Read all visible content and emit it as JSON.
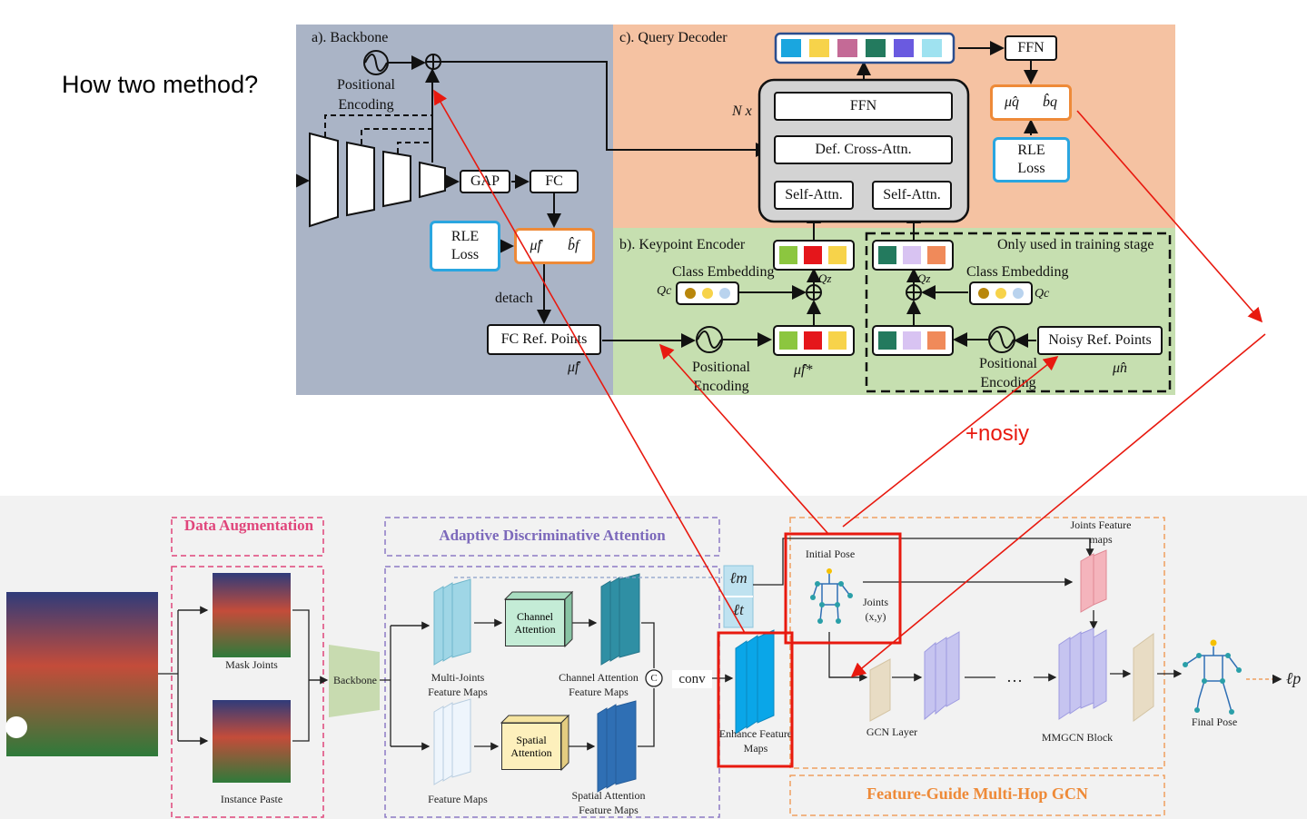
{
  "question": "How two method?",
  "noise_label": "+nosiy",
  "top_figure": {
    "backbone": {
      "title": "a). Backbone",
      "positional_encoding": "Positional Encoding",
      "gap": "GAP",
      "fc": "FC",
      "rle_loss": "RLE Loss",
      "mu_f": "μ̂f",
      "b_f": "b̂f",
      "detach": "detach",
      "fc_ref_points": "FC Ref. Points",
      "mu_f_below": "μ̂f"
    },
    "query_decoder": {
      "title": "c). Query Decoder",
      "n_x": "N x",
      "ffn_inner": "FFN",
      "def_cross_attn": "Def. Cross-Attn.",
      "self_attn_1": "Self-Attn.",
      "self_attn_2": "Self-Attn.",
      "ffn_out": "FFN",
      "mu_q": "μ̂q",
      "b_q": "b̂q",
      "rle_loss": "RLE Loss",
      "token_colors": [
        "#1aa6df",
        "#f7d34a",
        "#c46a96",
        "#237a5e",
        "#6a5ae0",
        "#9fe2f0"
      ]
    },
    "keypoint_encoder": {
      "title": "b). Keypoint Encoder",
      "only_training": "Only used in training stage",
      "class_embedding_1": "Class Embedding",
      "class_embedding_2": "Class Embedding",
      "q_c_1": "Qc",
      "q_c_2": "Qc",
      "q_z_1": "Qz",
      "q_z_2": "Qz",
      "positional_encoding_1": "Positional Encoding",
      "positional_encoding_2": "Positional Encoding",
      "mu_f_star": "μ̂f*",
      "noisy_ref_points": "Noisy Ref. Points",
      "mu_n": "μ̂n"
    }
  },
  "bottom_figure": {
    "data_augmentation": "Data Augmentation",
    "mask_joints": "Mask Joints",
    "instance_paste": "Instance Paste",
    "backbone": "Backbone",
    "ada_title": "Adaptive Discriminative Attention",
    "multi_joints": "Multi-Joints Feature Maps",
    "feature_maps": "Feature Maps",
    "channel_attention": "Channel Attention",
    "spatial_attention": "Spatial Attention",
    "channel_attention_fm": "Channel Attention Feature Maps",
    "spatial_attention_fm": "Spatial Attention Feature Maps",
    "concat": "C",
    "conv": "conv",
    "l_m": "ℓm",
    "l_t": "ℓt",
    "enhance": "Enhance Feature Maps",
    "initial_pose": "Initial Pose",
    "joints": "Joints (x,y)",
    "joints_feature_maps": "Joints Feature maps",
    "gcn_layer": "GCN Layer",
    "ellipsis": "…",
    "mmgcn_block": "MMGCN Block",
    "final_pose": "Final Pose",
    "l_p": "ℓp",
    "fmhgcn_title": "Feature-Guide Multi-Hop GCN"
  }
}
